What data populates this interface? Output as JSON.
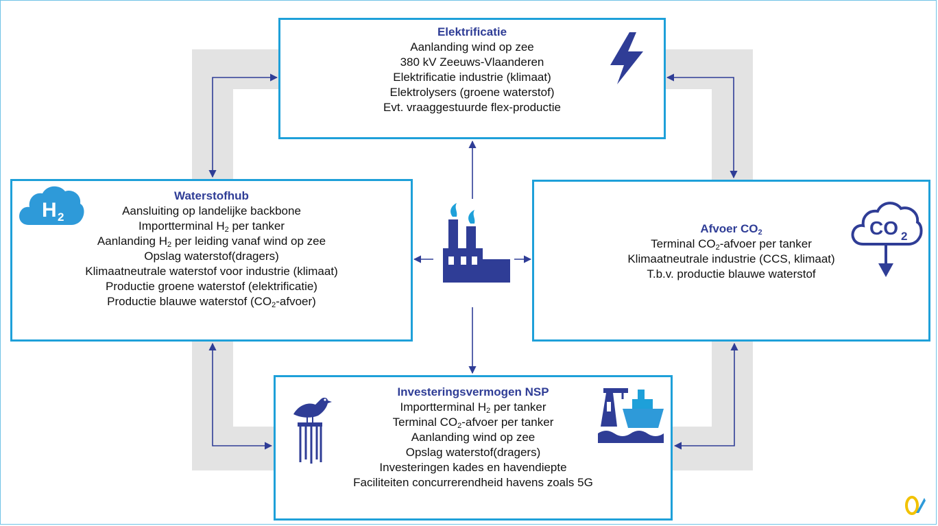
{
  "colors": {
    "accent_blue": "#1ea0d9",
    "navy": "#2f3d96",
    "ring_gray": "#e3e3e3",
    "text": "#111111"
  },
  "icons": {
    "top": "lightning-bolt-icon",
    "left": "h2-cloud-icon",
    "right": "co2-cloud-icon",
    "bottom_left": "seagull-on-pier-icon",
    "bottom_right": "ship-crane-icon",
    "center": "factory-icon",
    "corner": "logo-icon"
  },
  "elektrificatie": {
    "title": "Elektrificatie",
    "lines": [
      "Aanlanding wind op zee",
      "380 kV Zeeuws-Vlaanderen",
      "Elektrificatie industrie (klimaat)",
      "Elektrolysers (groene waterstof)",
      "Evt. vraaggestuurde flex-productie"
    ]
  },
  "waterstofhub": {
    "title": "Waterstofhub",
    "line1": "Aansluiting op landelijke backbone",
    "line2": {
      "pre": "Importterminal H",
      "sub": "2",
      "post": " per tanker"
    },
    "line3": {
      "pre": "Aanlanding H",
      "sub": "2",
      "post": " per leiding vanaf wind op zee"
    },
    "line4": "Opslag waterstof(dragers)",
    "line5": "Klimaatneutrale waterstof voor industrie (klimaat)",
    "line6": "Productie groene waterstof (elektrificatie)",
    "line7": {
      "pre": "Productie blauwe waterstof (CO",
      "sub": "2",
      "post": "-afvoer)"
    },
    "icon_label": {
      "main": "H",
      "sub": "2"
    }
  },
  "afvoer": {
    "title": {
      "pre": "Afvoer CO",
      "sub": "2"
    },
    "line1": {
      "pre": "Terminal CO",
      "sub": "2",
      "post": "-afvoer per tanker"
    },
    "line2": "Klimaatneutrale industrie (CCS, klimaat)",
    "line3": "T.b.v. productie blauwe waterstof",
    "icon_label": {
      "main": "CO",
      "sub": "2"
    }
  },
  "investering": {
    "title": "Investeringsvermogen NSP",
    "line1": {
      "pre": "Importterminal H",
      "sub": "2",
      "post": " per tanker"
    },
    "line2": {
      "pre": "Terminal CO",
      "sub": "2",
      "post": "-afvoer per tanker"
    },
    "line3": "Aanlanding wind op zee",
    "line4": "Opslag waterstof(dragers)",
    "line5": "Investeringen kades en havendiepte",
    "line6": "Faciliteiten concurrerendheid havens zoals 5G"
  }
}
